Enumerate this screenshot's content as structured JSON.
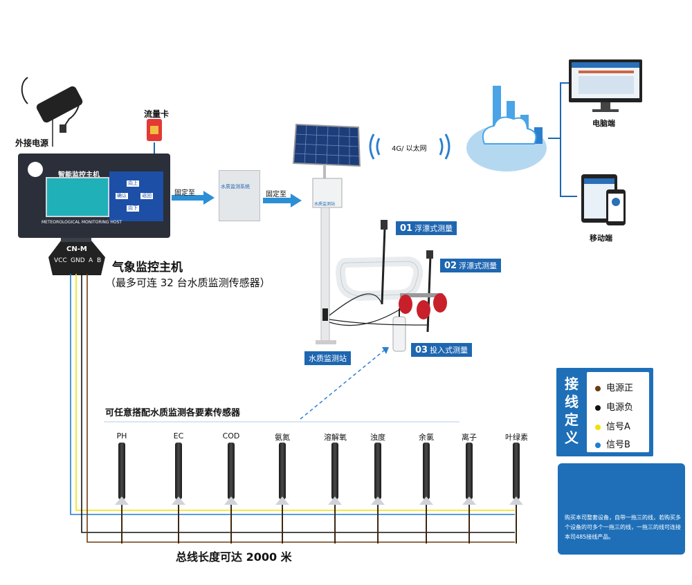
{
  "labels": {
    "external_power": "外接电源",
    "sim_card": "流量卡",
    "host_title": "智能监控主机",
    "host_subtitle": "METEOROLOGICAL MONITORING HOST",
    "host_btn_1": "向上",
    "host_btn_2": "确认",
    "host_btn_3": "返回",
    "host_btn_4": "向下",
    "arrow_label_1": "固定至",
    "arrow_label_2": "固定至",
    "box_label": "水质监测系统",
    "cn_m": "CN-M",
    "pins": [
      "VCC",
      "GND",
      "A",
      "B"
    ],
    "monitor_host": "气象监控主机",
    "monitor_host_note": "（最多可连 32 台水质监测传感器）",
    "network": "4G/ 以太网",
    "pc": "电脑端",
    "mobile": "移动端",
    "station": "水质监测站",
    "station_box": "水质监测站",
    "sensors_heading": "可任意搭配水质监测各要素传感器",
    "total_length": "总线长度可达 2000 米"
  },
  "measure_tags": [
    {
      "num": "01",
      "text": "浮漂式测量"
    },
    {
      "num": "02",
      "text": "浮漂式测量"
    },
    {
      "num": "03",
      "text": "投入式测量"
    }
  ],
  "sensors": [
    "PH",
    "EC",
    "COD",
    "氨氮",
    "溶解氧",
    "浊度",
    "余氯",
    "离子",
    "叶绿素"
  ],
  "legend": {
    "title": "接线定义",
    "items": [
      {
        "label": "电源正",
        "color": "#6b3d12"
      },
      {
        "label": "电源负",
        "color": "#111111"
      },
      {
        "label": "信号A",
        "color": "#f2e100"
      },
      {
        "label": "信号B",
        "color": "#1e7fd0"
      }
    ]
  },
  "cable_note": "购买本司整套设备，自带一拖三的线，若购买多个设备的可多个一拖三的线，一拖三的线可连接本司485接线产品。",
  "colors": {
    "brand_blue": "#1e66b0",
    "wire_brown": "#6b3d12",
    "wire_black": "#111111",
    "wire_yellow": "#f2e100",
    "wire_blue": "#1e7fd0"
  }
}
